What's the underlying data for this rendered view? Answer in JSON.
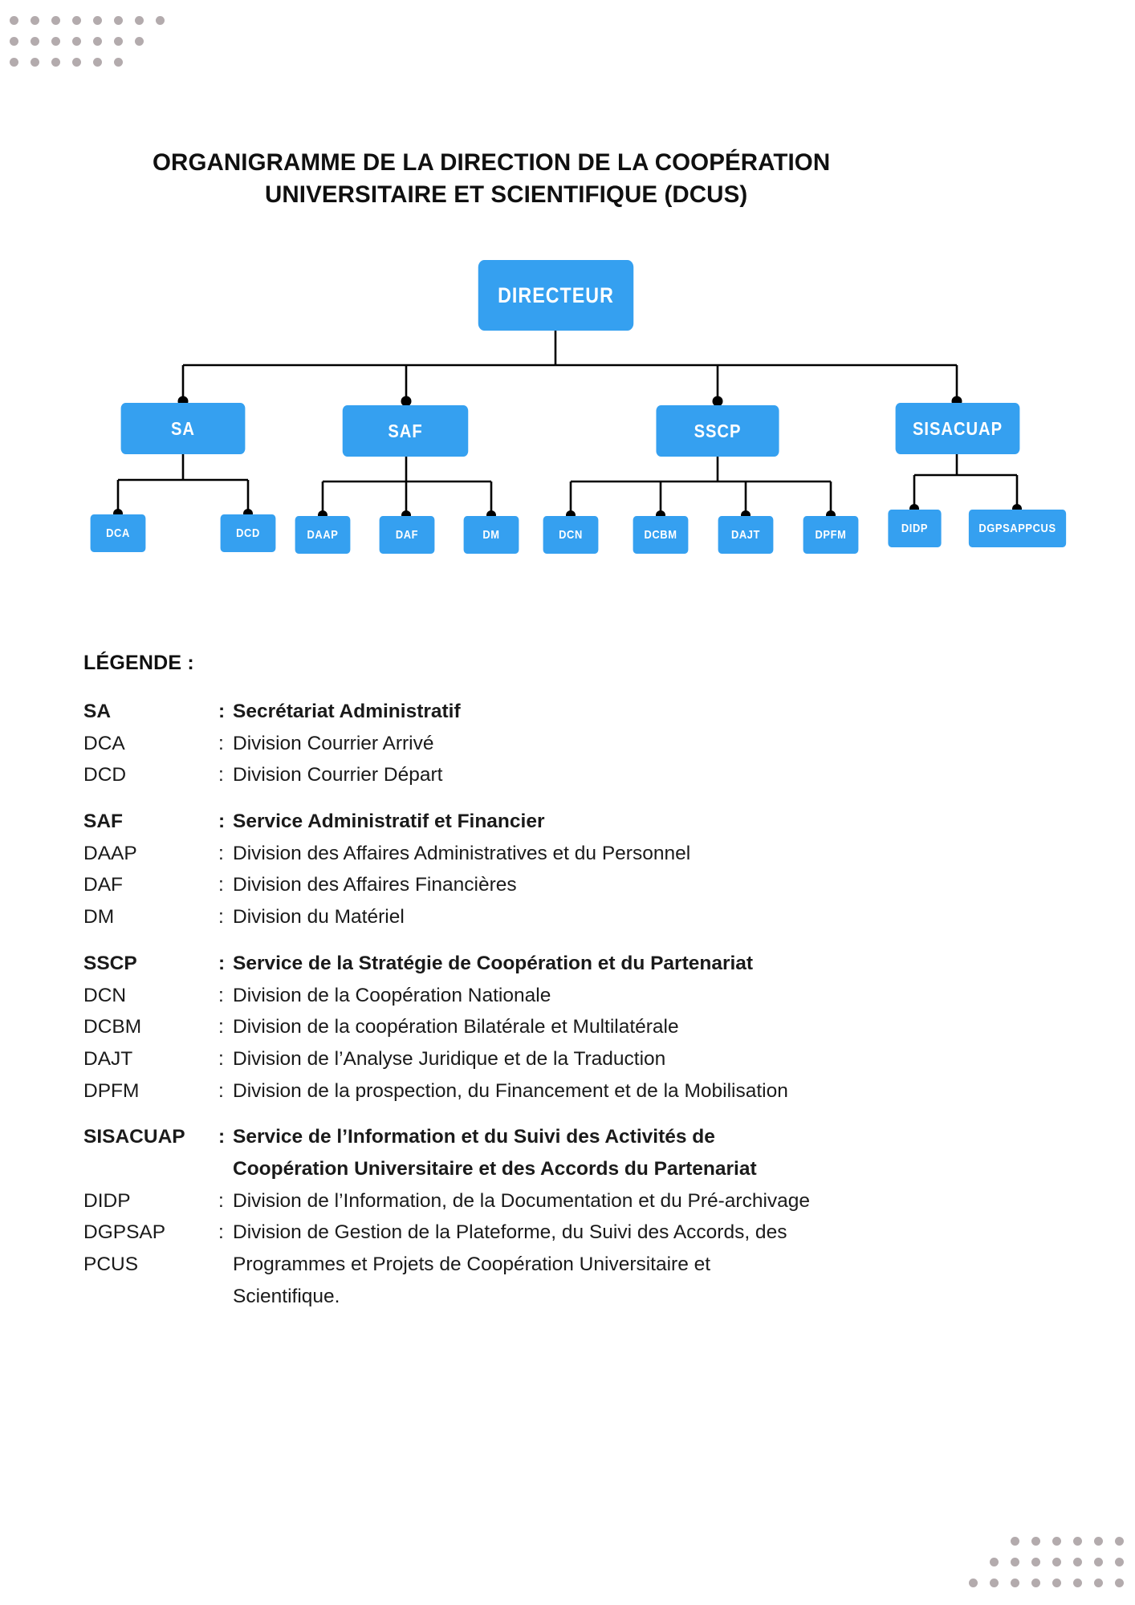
{
  "title": {
    "line1": "ORGANIGRAMME DE LA DIRECTION DE LA COOPÉRATION",
    "line2": "UNIVERSITAIRE ET SCIENTIFIQUE (DCUS)"
  },
  "colors": {
    "node_fill": "#35a0f0",
    "node_text": "#ffffff",
    "connector": "#000000",
    "decorative_dot": "#b3abad",
    "text": "#101010"
  },
  "chart_data": {
    "type": "diagram",
    "diagram_type": "organizational-chart",
    "root": {
      "id": "DIRECTEUR",
      "label": "DIRECTEUR",
      "children": [
        {
          "id": "SA",
          "label": "SA",
          "children": [
            {
              "id": "DCA",
              "label": "DCA"
            },
            {
              "id": "DCD",
              "label": "DCD"
            }
          ]
        },
        {
          "id": "SAF",
          "label": "SAF",
          "children": [
            {
              "id": "DAAP",
              "label": "DAAP"
            },
            {
              "id": "DAF",
              "label": "DAF"
            },
            {
              "id": "DM",
              "label": "DM"
            }
          ]
        },
        {
          "id": "SSCP",
          "label": "SSCP",
          "children": [
            {
              "id": "DCN",
              "label": "DCN"
            },
            {
              "id": "DCBM",
              "label": "DCBM"
            },
            {
              "id": "DAJT",
              "label": "DAJT"
            },
            {
              "id": "DPFM",
              "label": "DPFM"
            }
          ]
        },
        {
          "id": "SISACUAP",
          "label": "SISACUAP",
          "children": [
            {
              "id": "DIDP",
              "label": "DIDP"
            },
            {
              "id": "DGPSAPPCUS",
              "label": "DGPSAPPCUS"
            }
          ]
        }
      ]
    }
  },
  "nodes": {
    "root": "DIRECTEUR",
    "sa": "SA",
    "saf": "SAF",
    "sscp": "SSCP",
    "sisacuap": "SISACUAP",
    "dca": "DCA",
    "dcd": "DCD",
    "daap": "DAAP",
    "daf": "DAF",
    "dm": "DM",
    "dcn": "DCN",
    "dcbm": "DCBM",
    "dajt": "DAJT",
    "dpfm": "DPFM",
    "didp": "DIDP",
    "dgpsappcus": "DGPSAPPCUS"
  },
  "legend": {
    "heading": "LÉGENDE :",
    "colon": ":",
    "entries": [
      {
        "abbr": "SA",
        "definition": "Secrétariat Administratif",
        "bold": true
      },
      {
        "abbr": "DCA",
        "definition": "Division Courrier Arrivé",
        "bold": false
      },
      {
        "abbr": "DCD",
        "definition": "Division Courrier Départ",
        "bold": false
      },
      {
        "abbr": "SAF",
        "definition": "Service Administratif et Financier",
        "bold": true
      },
      {
        "abbr": "DAAP",
        "definition": "Division des Affaires Administratives et du Personnel",
        "bold": false
      },
      {
        "abbr": "DAF",
        "definition": "Division des Affaires Financières",
        "bold": false
      },
      {
        "abbr": "DM",
        "definition": "Division du Matériel",
        "bold": false
      },
      {
        "abbr": "SSCP",
        "definition": "Service de la Stratégie de Coopération et du Partenariat",
        "bold": true
      },
      {
        "abbr": "DCN",
        "definition": "Division de la Coopération Nationale",
        "bold": false
      },
      {
        "abbr": "DCBM",
        "definition": "Division de la coopération Bilatérale et Multilatérale",
        "bold": false
      },
      {
        "abbr": "DAJT",
        "definition": "Division de l’Analyse Juridique et de la Traduction",
        "bold": false
      },
      {
        "abbr": "DPFM",
        "definition": "Division de la prospection, du Financement et de la Mobilisation",
        "bold": false
      },
      {
        "abbr": "SISACUAP",
        "definition": "Service  de l’Information et du Suivi des Activités de\nCoopération Universitaire et des Accords du Partenariat",
        "bold": true
      },
      {
        "abbr": "DIDP",
        "definition": "Division de l’Information, de la Documentation et du Pré-archivage",
        "bold": false
      },
      {
        "abbr": "DGPSAP\nPCUS",
        "definition": "Division de Gestion de la Plateforme, du Suivi des Accords, des\nProgrammes et Projets de Coopération Universitaire et\nScientifique.",
        "bold": false
      }
    ]
  },
  "decoration": {
    "top_left_rows": [
      8,
      7,
      6
    ],
    "bottom_right_rows": [
      6,
      7,
      8
    ]
  }
}
